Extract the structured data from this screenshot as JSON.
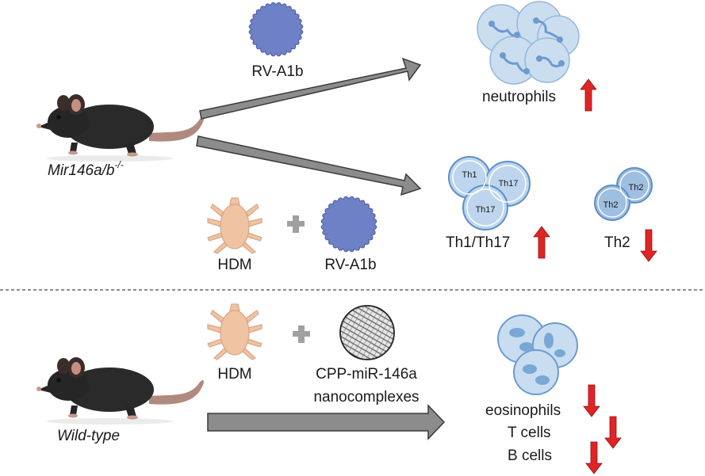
{
  "top_panel": {
    "mouse_label_main": "Mir146a/b",
    "mouse_label_sup": "-/-",
    "virus_label_top": "RV-A1b",
    "neutrophils_label": "neutrophils",
    "hdm_label": "HDM",
    "virus_label_bottom": "RV-A1b",
    "th1_cell": "Th1",
    "th17_cell_a": "Th17",
    "th17_cell_b": "Th17",
    "th1_th17_label": "Th1/Th17",
    "th2_cell_a": "Th2",
    "th2_cell_b": "Th2",
    "th2_label": "Th2"
  },
  "bottom_panel": {
    "mouse_label": "Wild-type",
    "hdm_label": "HDM",
    "nano_label_line1": "CPP-miR-146a",
    "nano_label_line2": "nanocomplexes",
    "eosinophils_label": "eosinophils",
    "tcells_label": "T cells",
    "bcells_label": "B cells"
  },
  "colors": {
    "arrow_fill": "#8c8c8c",
    "arrow_stroke": "#3a3a3a",
    "virus": "#6f81c6",
    "cell_fill": "#bdd6ee",
    "cell_stroke": "#8fb3db",
    "th2_fill": "#9fbfe0",
    "red_arrow": "#e02424",
    "hdm_fill": "#f0c3a3",
    "plus": "#a0a0a0",
    "mouse": "#2a2a2a"
  },
  "icons": {
    "mouse": "mouse-icon",
    "virus": "virus-icon",
    "dust_mite": "dust-mite-icon",
    "nanoparticle": "nanoparticle-icon",
    "up_arrow": "red-up-arrow-icon",
    "down_arrow": "red-down-arrow-icon"
  }
}
